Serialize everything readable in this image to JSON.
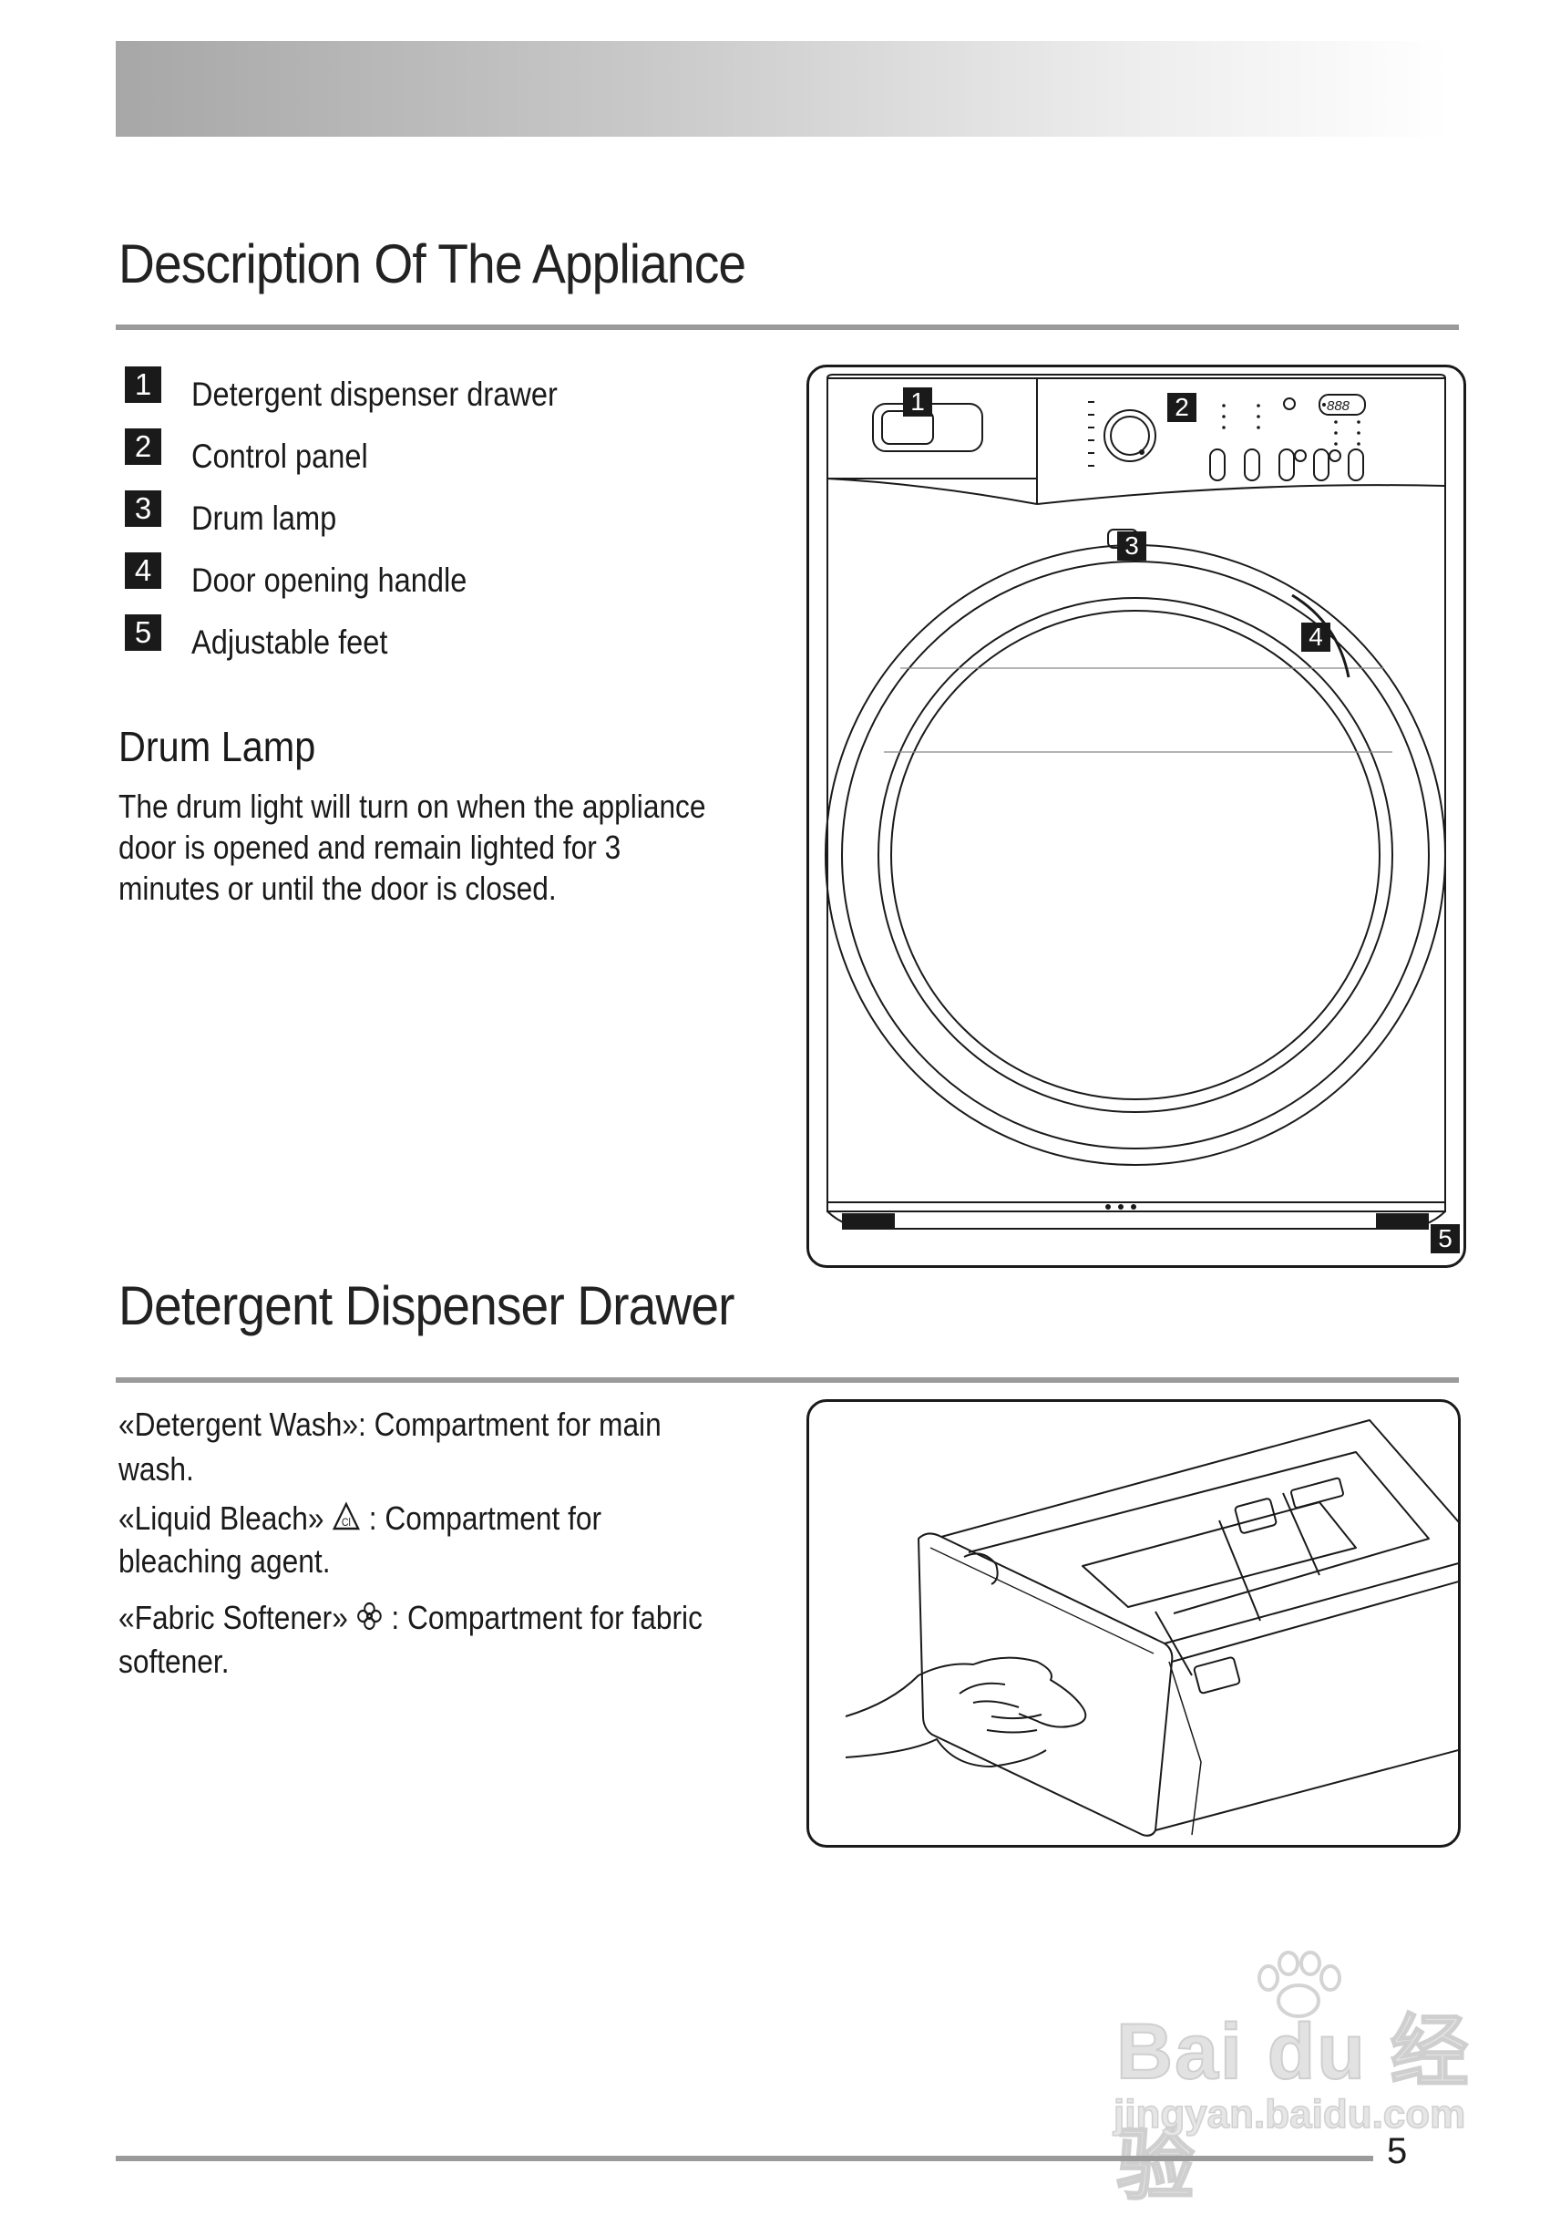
{
  "sections": {
    "appliance": {
      "title": "Description Of The Appliance",
      "parts": [
        {
          "num": "1",
          "label": "Detergent dispenser drawer"
        },
        {
          "num": "2",
          "label": "Control panel"
        },
        {
          "num": "3",
          "label": "Drum lamp"
        },
        {
          "num": "4",
          "label": "Door opening handle"
        },
        {
          "num": "5",
          "label": "Adjustable feet"
        }
      ],
      "drum_lamp": {
        "heading": "Drum Lamp",
        "lines": [
          "The drum light will turn on when the appliance",
          "door is opened and remain lighted for 3",
          "minutes or until the door is closed."
        ]
      },
      "figure": {
        "display_digits": "888",
        "callouts": [
          "1",
          "2",
          "3",
          "4",
          "5"
        ]
      }
    },
    "drawer": {
      "title": "Detergent Dispenser Drawer",
      "wash": {
        "line1": "«Detergent Wash»: Compartment for main",
        "line2": "wash."
      },
      "bleach": {
        "prefix": "«Liquid Bleach»",
        "suffix": ": Compartment for",
        "line2": "bleaching agent.",
        "icon_text": "Cl"
      },
      "softener": {
        "prefix": "«Fabric Softener»",
        "suffix": ": Compartment for fabric",
        "line2": "softener."
      }
    }
  },
  "footer": {
    "page_number": "5"
  },
  "watermark": {
    "logo": "Bai du 经验",
    "url": "jingyan.baidu.com"
  },
  "colors": {
    "ink": "#1a1a1a",
    "rule": "#9a9a9a"
  }
}
